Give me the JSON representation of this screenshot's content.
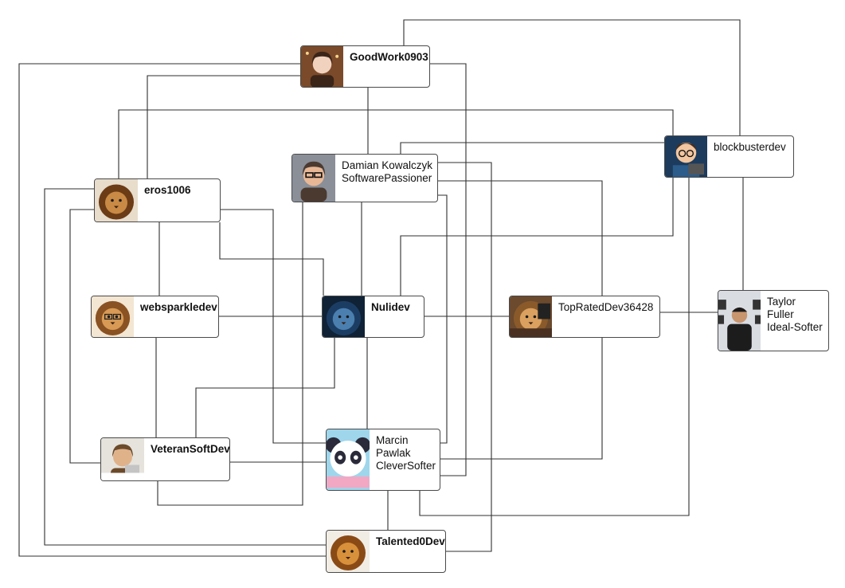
{
  "diagram": {
    "nodes": [
      {
        "id": "goodwork",
        "lines": [
          "GoodWork0903"
        ],
        "bold": true,
        "avatar": "girl-portrait-icon",
        "colors": {
          "bg": "#7a4a2a",
          "face": "#f0d2bf",
          "hair": "#3b2418"
        }
      },
      {
        "id": "blockbuster",
        "lines": [
          "blockbusterdev"
        ],
        "bold": false,
        "avatar": "cartoon-dev-glasses-icon",
        "colors": {
          "bg": "#1d3b5c",
          "face": "#f2c6a0",
          "hair": "#4a2c18"
        }
      },
      {
        "id": "damian",
        "lines": [
          "Damian Kowalczyk",
          "SoftwarePassioner"
        ],
        "bold": false,
        "avatar": "man-glasses-photo-icon",
        "colors": {
          "bg": "#8a8f98",
          "face": "#e8b896",
          "hair": "#4b3a30"
        }
      },
      {
        "id": "eros",
        "lines": [
          "eros1006"
        ],
        "bold": true,
        "avatar": "lion-portrait-icon",
        "colors": {
          "bg": "#e8dccb",
          "face": "#c98a45",
          "hair": "#6b3c16"
        }
      },
      {
        "id": "websparkle",
        "lines": [
          "websparkledev"
        ],
        "bold": true,
        "avatar": "lion-glasses-icon",
        "colors": {
          "bg": "#f3e6d2",
          "face": "#d89a55",
          "hair": "#8a5122"
        }
      },
      {
        "id": "nulidev",
        "lines": [
          "Nulidev"
        ],
        "bold": true,
        "avatar": "blue-lion-icon",
        "colors": {
          "bg": "#0f2236",
          "face": "#4a7fb0",
          "hair": "#1c3d63"
        }
      },
      {
        "id": "toprated",
        "lines": [
          "TopRatedDev36428"
        ],
        "bold": false,
        "avatar": "lion-at-desk-icon",
        "colors": {
          "bg": "#6b4a2e",
          "face": "#d9a060",
          "hair": "#8a5a2a"
        }
      },
      {
        "id": "taylor",
        "lines": [
          "Taylor",
          "Fuller",
          "Ideal-Softer"
        ],
        "bold": false,
        "avatar": "man-at-computers-icon",
        "colors": {
          "bg": "#d9dde2",
          "face": "#c7956e",
          "hair": "#1b1b1b"
        }
      },
      {
        "id": "veteran",
        "lines": [
          "VeteranSoftDev"
        ],
        "bold": true,
        "avatar": "man-at-desk-photo-icon",
        "colors": {
          "bg": "#e6e3dd",
          "face": "#e0b28a",
          "hair": "#6b4a2a"
        }
      },
      {
        "id": "marcin",
        "lines": [
          "Marcin",
          "Pawlak",
          "CleverSofter"
        ],
        "bold": false,
        "avatar": "panda-coder-icon",
        "colors": {
          "bg": "#9fd6ec",
          "face": "#ffffff",
          "hair": "#2a2a3a"
        }
      },
      {
        "id": "talented",
        "lines": [
          "Talented0Dev"
        ],
        "bold": true,
        "avatar": "lion-mane-icon",
        "colors": {
          "bg": "#f2ede4",
          "face": "#d8903a",
          "hair": "#8a4a16"
        }
      }
    ],
    "edge_color": "#2f2f2f",
    "border_color": "#4a4a4a"
  }
}
